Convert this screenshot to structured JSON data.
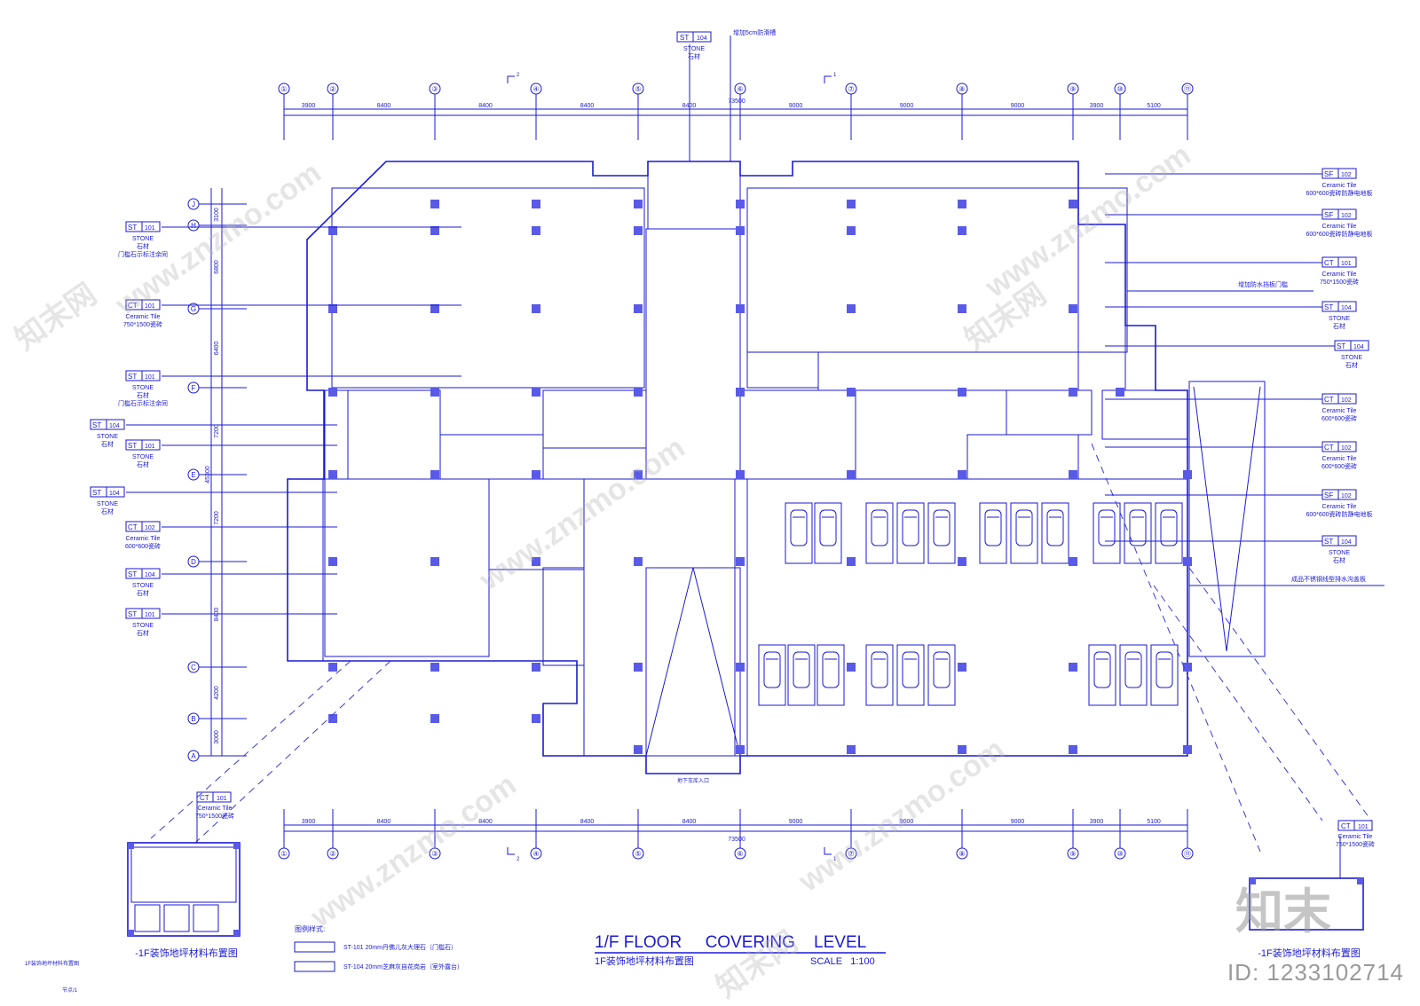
{
  "axes_top": [
    "①",
    "②",
    "③",
    "④",
    "⑤",
    "⑥",
    "⑦",
    "⑧",
    "⑨",
    "⑩",
    "⑪"
  ],
  "axes_bottom": [
    "①",
    "②",
    "③",
    "④",
    "⑤",
    "⑥",
    "⑦",
    "⑧",
    "⑨",
    "⑩",
    "⑪"
  ],
  "axes_left": [
    "J",
    "H",
    "G",
    "F",
    "E",
    "D",
    "C",
    "B",
    "A"
  ],
  "dims_top": [
    "3900",
    "8400",
    "8400",
    "8400",
    "8400",
    "9000",
    "9000",
    "9000",
    "3900",
    "5100"
  ],
  "dims_top_total": "73500",
  "dims_bottom": [
    "3900",
    "8400",
    "8400",
    "8400",
    "8400",
    "9000",
    "9000",
    "9000",
    "3900",
    "5100"
  ],
  "dims_bottom_total": "73500",
  "dims_left": [
    "3100",
    "6800",
    "6400",
    "7200",
    "7200",
    "8400",
    "4200",
    "3000"
  ],
  "dims_left_total": "45300",
  "section_marks": [
    "2",
    "1",
    "2",
    "1"
  ],
  "top_tag": {
    "code": "ST",
    "num": "104",
    "en": "STONE",
    "cn": "石材",
    "note": "增加5cm防滑槽"
  },
  "left_tags": [
    {
      "code": "ST",
      "num": "101",
      "en": "STONE",
      "cn": "石材",
      "note": "门槛石示标注余同"
    },
    {
      "code": "CT",
      "num": "101",
      "en": "Ceramic Tile",
      "cn": "750*1500瓷砖",
      "note": ""
    },
    {
      "code": "ST",
      "num": "101",
      "en": "STONE",
      "cn": "石材",
      "note": "门槛石示标注余同"
    },
    {
      "code": "ST",
      "num": "104",
      "en": "STONE",
      "cn": "石材",
      "note": ""
    },
    {
      "code": "ST",
      "num": "101",
      "en": "STONE",
      "cn": "石材",
      "note": ""
    },
    {
      "code": "ST",
      "num": "104",
      "en": "STONE",
      "cn": "石材",
      "note": ""
    },
    {
      "code": "CT",
      "num": "102",
      "en": "Ceramic Tile",
      "cn": "600*600瓷砖",
      "note": ""
    },
    {
      "code": "ST",
      "num": "104",
      "en": "STONE",
      "cn": "石材",
      "note": ""
    },
    {
      "code": "ST",
      "num": "101",
      "en": "STONE",
      "cn": "石材",
      "note": ""
    }
  ],
  "right_tags": [
    {
      "code": "SF",
      "num": "102",
      "en": "Ceramic Tile",
      "cn": "600*600瓷砖防静电地板"
    },
    {
      "code": "SF",
      "num": "102",
      "en": "Ceramic Tile",
      "cn": "600*600瓷砖防静电地板"
    },
    {
      "code": "CT",
      "num": "101",
      "en": "Ceramic Tile",
      "cn": "750*1500瓷砖"
    },
    {
      "code": "ST",
      "num": "104",
      "en": "STONE",
      "cn": "石材"
    },
    {
      "code": "ST",
      "num": "104",
      "en": "STONE",
      "cn": "石材"
    },
    {
      "code": "CT",
      "num": "102",
      "en": "Ceramic Tile",
      "cn": "600*600瓷砖"
    },
    {
      "code": "CT",
      "num": "102",
      "en": "Ceramic Tile",
      "cn": "600*600瓷砖"
    },
    {
      "code": "SF",
      "num": "102",
      "en": "Ceramic Tile",
      "cn": "600*600瓷砖防静电地板"
    },
    {
      "code": "ST",
      "num": "104",
      "en": "STONE",
      "cn": "石材"
    }
  ],
  "right_notes": [
    "增加防水挡板门槛",
    "成品不锈钢线型排水沟盖板"
  ],
  "inset_left": {
    "tag": {
      "code": "CT",
      "num": "101",
      "en": "Ceramic Tile",
      "cn": "750*1500瓷砖"
    },
    "title": "-1F装饰地坪材料布置图"
  },
  "inset_right": {
    "tag": {
      "code": "CT",
      "num": "101",
      "en": "Ceramic Tile",
      "cn": "750*1500瓷砖"
    },
    "title": "-1F装饰地坪材料布置图"
  },
  "legend": {
    "title": "图例样式:",
    "items": [
      "ST-101  20mm丹佛儿灰大理石（门槛石）",
      "ST-104  20mm芝麻灰自花岗岩（室外露台）"
    ]
  },
  "title_block": {
    "title_en": "1/F FLOOR     COVERING    LEVEL",
    "title_cn": "1F装饰地坪材料布置图",
    "scale": "SCALE   1:100"
  },
  "small_notes": [
    "1F装饰地坪材料布置图",
    "节点/1",
    "地下车库入口"
  ],
  "watermark": {
    "text": "www.znzmo.com",
    "brand": "知末网",
    "logo": "知末",
    "id": "ID: 1233102714"
  },
  "colors": {
    "line": "#1a1ad6",
    "column": "#5a5ae8",
    "watermark": "#b4b4b4"
  }
}
